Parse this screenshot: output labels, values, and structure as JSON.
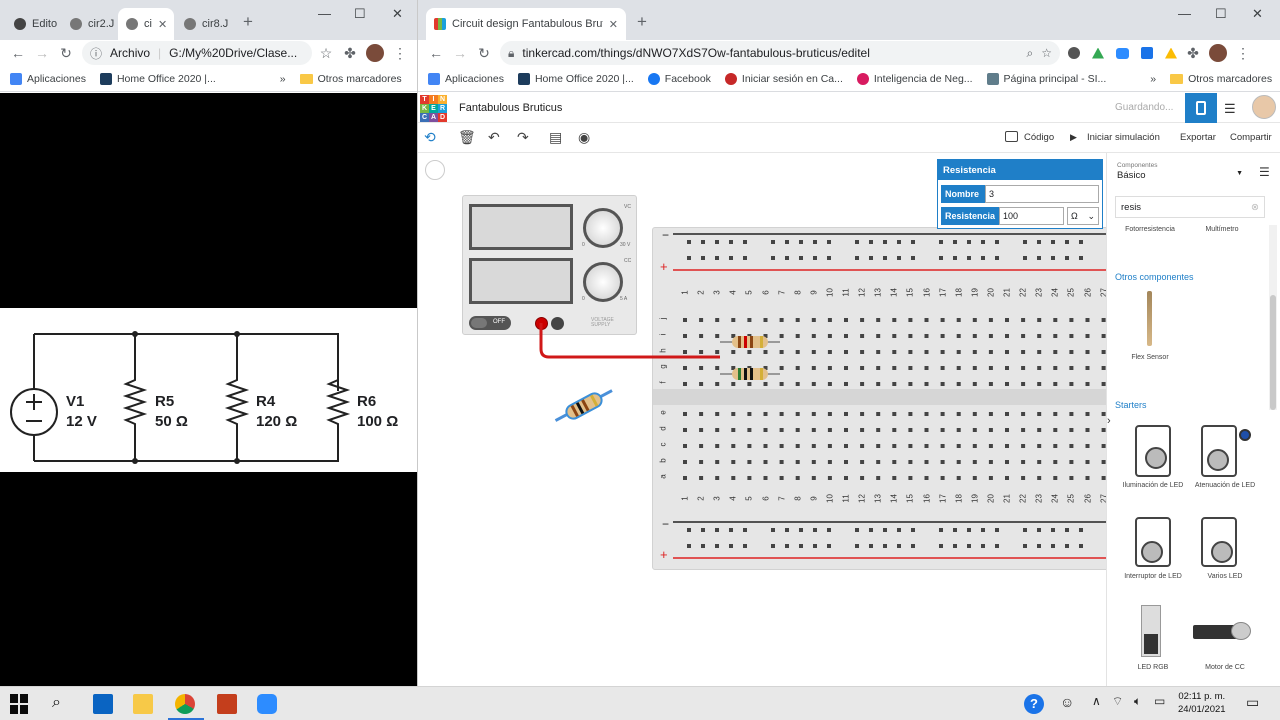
{
  "left_window": {
    "tabs": [
      {
        "label": "Edito",
        "color": "#202124"
      },
      {
        "label": "cir2.J",
        "color": "#5f6368"
      },
      {
        "label": "ci",
        "color": "#5f6368"
      },
      {
        "label": "cir8.J",
        "color": "#5f6368"
      }
    ],
    "address_prefix": "Archivo",
    "address": "G:/My%20Drive/Clase...",
    "bookmarks": {
      "apps": "Aplicaciones",
      "item1": "Home Office 2020 |...",
      "overflow": "»",
      "others": "Otros marcadores"
    },
    "circuit": {
      "v1_name": "V1",
      "v1_value": "12 V",
      "r5_name": "R5",
      "r5_value": "50 Ω",
      "r4_name": "R4",
      "r4_value": "120 Ω",
      "r6_name": "R6",
      "r6_value": "100 Ω"
    }
  },
  "right_window": {
    "tab_title": "Circuit design Fantabulous Brutic",
    "url": "tinkercad.com/things/dNWO7XdS7Ow-fantabulous-bruticus/editel",
    "bookmarks": [
      {
        "label": "Aplicaciones",
        "color": "#4285f4"
      },
      {
        "label": "Home Office 2020 |...",
        "color": "#1d3c5c"
      },
      {
        "label": "Facebook",
        "color": "#1877f2"
      },
      {
        "label": "Iniciar sesión en Ca...",
        "color": "#c62828"
      },
      {
        "label": "Inteligencia de Neg...",
        "color": "#d81b60"
      },
      {
        "label": "Página principal - SI...",
        "color": "#607d8b"
      }
    ],
    "bookmarks_overflow": "»",
    "bookmarks_others": "Otros marcadores",
    "logo_letters": [
      "T",
      "I",
      "N",
      "K",
      "E",
      "R",
      "C",
      "A",
      "D"
    ],
    "logo_colors": [
      "#e2392d",
      "#f47c20",
      "#fbb02e",
      "#79b843",
      "#00a99d",
      "#1a9fdb",
      "#3a6fb6",
      "#7d4f9e",
      "#e2392d"
    ],
    "project_name": "Fantabulous Bruticus",
    "save_status": "Guardando...",
    "toolbar": {
      "code": "Código",
      "simulate": "Iniciar simulación",
      "export": "Exportar",
      "share": "Compartir"
    },
    "power_supply": {
      "volt_label": "VC",
      "volt_range": "30 V",
      "zero1": "0",
      "amp_label": "CC",
      "amp_range": "5 A",
      "zero2": "0",
      "switch": "OFF",
      "brand": "VOLTAGE SUPPLY"
    },
    "breadboard": {
      "minus": "−",
      "plus": "+",
      "rows_top": [
        "j",
        "i",
        "h",
        "g",
        "f"
      ],
      "rows_bottom": [
        "e",
        "d",
        "c",
        "b",
        "a"
      ],
      "columns": [
        "1",
        "2",
        "3",
        "4",
        "5",
        "6",
        "7",
        "8",
        "9",
        "10",
        "11",
        "12",
        "13",
        "14",
        "15",
        "16",
        "17",
        "18",
        "19",
        "20",
        "21",
        "22",
        "23",
        "24",
        "25",
        "26",
        "27"
      ]
    },
    "inspector": {
      "title": "Resistencia",
      "name_label": "Nombre",
      "name_value": "3",
      "resistance_label": "Resistencia",
      "resistance_value": "100",
      "unit": "Ω"
    },
    "components_panel": {
      "category_label": "Componentes",
      "category_value": "Básico",
      "search_value": "resis",
      "results": [
        "Fotorresistencia",
        "Multímetro"
      ],
      "other_heading": "Otros componentes",
      "flex_sensor": "Flex Sensor",
      "starters_heading": "Starters",
      "starters": [
        "Iluminación de LED",
        "Atenuación de LED",
        "Interruptor de LED",
        "Varios LED",
        "LED RGB",
        "Motor de CC"
      ]
    }
  },
  "taskbar": {
    "time": "02:11 p. m.",
    "date": "24/01/2021"
  }
}
